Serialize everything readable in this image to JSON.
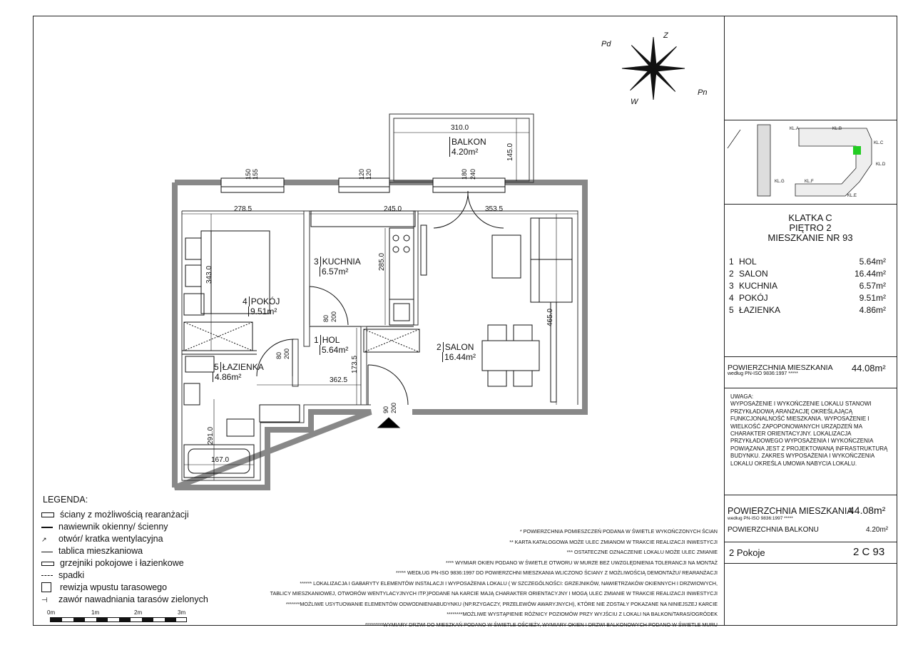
{
  "rooms_on_plan": [
    {
      "num": "1",
      "name": "HOL",
      "area": "5.64m²"
    },
    {
      "num": "2",
      "name": "SALON",
      "area": "16.44m²"
    },
    {
      "num": "3",
      "name": "KUCHNIA",
      "area": "6.57m²"
    },
    {
      "num": "4",
      "name": "POKÓJ",
      "area": "9.51m²"
    },
    {
      "num": "5",
      "name": "ŁAZIENKA",
      "area": "4.86m²"
    }
  ],
  "balcony": {
    "name": "BALKON",
    "area": "4.20m²"
  },
  "dimensions": {
    "balcony_width": "310.0",
    "balcony_depth": "145.0",
    "pokoj_width": "278.5",
    "kuchnia_width": "245.0",
    "salon_width": "353.5",
    "pokoj_height": "343.0",
    "kuchnia_height": "285.0",
    "salon_height": "465.0",
    "hol_width": "362.5",
    "hol_height": "173.5",
    "lazienka_height": "291.0",
    "lazienka_width": "167.0",
    "win1_a": "150",
    "win1_b": "155",
    "win2_a": "120",
    "win2_b": "120",
    "win3_a": "180",
    "win3_b": "240",
    "door_k_a": "80",
    "door_k_b": "200",
    "door_l_a": "80",
    "door_l_b": "200",
    "door_e_a": "90",
    "door_e_b": "200"
  },
  "compass": {
    "n": "Z",
    "ne": "Pn",
    "nw": "Pd",
    "sw": "W"
  },
  "keyplan": {
    "labels": [
      "KL.A",
      "KL.B",
      "KL.C",
      "KL.D",
      "KL.E",
      "KL.F",
      "KL.G"
    ],
    "highlight_color": "#22cc22"
  },
  "header": {
    "klatka": "KLATKA C",
    "pietro": "PIĘTRO 2",
    "mieszkanie": "MIESZKANIE NR 93"
  },
  "room_list": [
    {
      "num": "1",
      "name": "HOL",
      "area": "5.64m²"
    },
    {
      "num": "2",
      "name": "SALON",
      "area": "16.44m²"
    },
    {
      "num": "3",
      "name": "KUCHNIA",
      "area": "6.57m²"
    },
    {
      "num": "4",
      "name": "POKÓJ",
      "area": "9.51m²"
    },
    {
      "num": "5",
      "name": "ŁAZIENKA",
      "area": "4.86m²"
    }
  ],
  "total1": {
    "label": "POWIERZCHNIA MIESZKANIA",
    "sub": "według PN-ISO 9836:1997 *****",
    "value": "44.08m²"
  },
  "uwaga": {
    "title": "UWAGA:",
    "text": "WYPOSAŻENIE I WYKOŃCZENIE LOKALU STANOWI PRZYKŁADOWĄ ARANŻACJĘ OKREŚLAJĄCĄ FUNKCJONALNOŚĆ MIESZKANIA. WYPOSAŻENIE I WIELKOŚĆ ZAPOPONOWANYCH URZĄDZEŃ MA CHARAKTER ORIENTACYJNY. LOKALIZACJA PRZYKŁADOWEGO WYPOSAŻENIA I WYKOŃCZENIA POWIĄZANA JEST Z PROJEKTOWANĄ INFRASTRUKTURĄ BUDYNKU. ZAKRES WYPOSAŻENIA I WYKOŃCZENIA LOKALU OKREŚLA UMOWA NABYCIA LOKALU."
  },
  "total2": {
    "label": "POWIERZCHNIA MIESZKANIA",
    "sub": "według PN-ISO 9836:1997 *****",
    "value": "44.08m²",
    "balkon_label": "POWIERZCHNIA BALKONU",
    "balkon_value": "4.20m²"
  },
  "footer": {
    "pokoje": "2 Pokoje",
    "code": "2 C 93"
  },
  "legend": {
    "title": "LEGENDA:",
    "items": [
      "ściany z możliwością rearanżacji",
      "nawiewnik okienny/ ścienny",
      "otwór/ kratka wentylacyjna",
      "tablica mieszkaniowa",
      "grzejniki pokojowe i łazienkowe",
      "spadki",
      "rewizja wpustu tarasowego",
      "zawór nawadniania tarasów zielonych"
    ],
    "scale": [
      "0m",
      "1m",
      "2m",
      "3m"
    ]
  },
  "notes": [
    "* POWIERZCHNIA POMIESZCZEŃ PODANA W ŚWIETLE WYKOŃCZONYCH ŚCIAN",
    "** KARTA KATALOGOWA MOŻE ULEC ZMIANOM W TRAKCIE REALIZACJI INWESTYCJI",
    "*** OSTATECZNE OZNACZENIE LOKALU MOŻE ULEC ZMIANIE",
    "**** WYMIAR OKIEN PODANO W ŚWIETLE OTWORU W MURZE BEZ UWZGLĘDNIENIA TOLERANCJI NA MONTAŻ",
    "***** WEDŁUG PN-ISO 9836:1997 DO POWIERZCHNI MIESZKANIA WLICZONO ŚCIANY Z MOŻLIWOŚCIĄ DEMONTAŻU/ REARANŻACJI",
    "****** LOKALIZACJA I GABARYTY ELEMENTÓW INSTALACJI I WYPOSAŻENIA LOKALU ( W SZCZEGÓLNOŚCI: GRZEJNIKÓW, NAWIETRZAKÓW OKIENNYCH I DRZWIOWYCH,",
    "TABLICY MIESZKANIOWEJ, OTWORÓW WENTYLACYJNYCH ITP.)PODANE NA KARCIE MAJĄ CHARAKTER ORIENTACYJNY I MOGĄ ULEC ZMIANIE W TRAKCIE REALIZACJI INWESTYCJI",
    "*******MOŻLIWE USYTUOWANIE ELEMENTÓW ODWODNIENIABUDYNKU (NP.RZYGACZY, PRZELEWÓW AWARYJNYCH), KTÓRE NIE ZOSTAŁY POKAZANE NA NINIEJSZEJ KARCIE",
    "********MOŻLIWE WYSTĄPIENIE RÓŻNICY POZIOMÓW PRZY WYJŚCIU Z LOKALI NA BALKON/TARAS/OGRÓDEK",
    "*********WYMIARY DRZWI DO MIESZKAŃ PODANO W ŚWIETLE OŚCIEŻY, WYMIARY OKIEN I DRZWI BALKONOWYCH PODANO W ŚWIETLE MURU"
  ]
}
